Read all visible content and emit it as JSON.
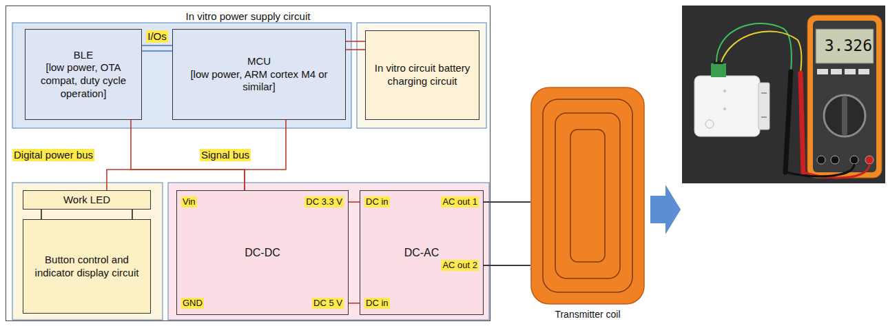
{
  "diagram": {
    "nodes": [
      {
        "text": [
          "In vitro power supply circuit"
        ]
      },
      {
        "text": [
          "BLE",
          "[low power, OTA compat, duty cycle operation]"
        ],
        "in": 0
      },
      {
        "text": [
          "MCU",
          "[low power, ARM cortex M4 or similar]"
        ],
        "in": 0
      },
      {
        "text": [
          "In vitro circuit battery charging circuit"
        ],
        "in": 0
      },
      {
        "text": [
          "Work LED"
        ],
        "in": 0
      },
      {
        "text": [
          "Button control and indicator display circuit"
        ],
        "in": 0
      },
      {
        "text": [
          "DC-DC",
          "Vin",
          "DC 3.3 V",
          "GND",
          "DC 5 V"
        ],
        "in": 0
      },
      {
        "text": [
          "DC-AC",
          "DC in",
          "AC out 1",
          "DC in",
          "AC out 2"
        ],
        "in": 0
      },
      {
        "text": [
          "Transmitter coil"
        ]
      }
    ],
    "edges": [
      {
        "from": 1,
        "to": 2,
        "arrow": "none",
        "label": "I/Os"
      },
      {
        "from": 2,
        "to": 3,
        "arrow": "none"
      },
      {
        "from": 6,
        "to": 1,
        "arrow": "none"
      },
      {
        "from": 6,
        "to": 2,
        "arrow": "none"
      },
      {
        "from": 6,
        "to": 4,
        "arrow": "none"
      },
      {
        "from": 6,
        "to": 7,
        "arrow": "none"
      },
      {
        "from": 6,
        "to": 7,
        "arrow": "none"
      },
      {
        "from": 7,
        "to": 8,
        "arrow": "none"
      },
      {
        "from": 7,
        "to": 8,
        "arrow": "none"
      },
      {
        "from": 4,
        "to": 5,
        "arrow": "none"
      },
      {
        "from": 4,
        "to": 5,
        "arrow": "none"
      }
    ],
    "labels": [
      "Digital power bus",
      "Signal bus",
      "3.326"
    ]
  }
}
